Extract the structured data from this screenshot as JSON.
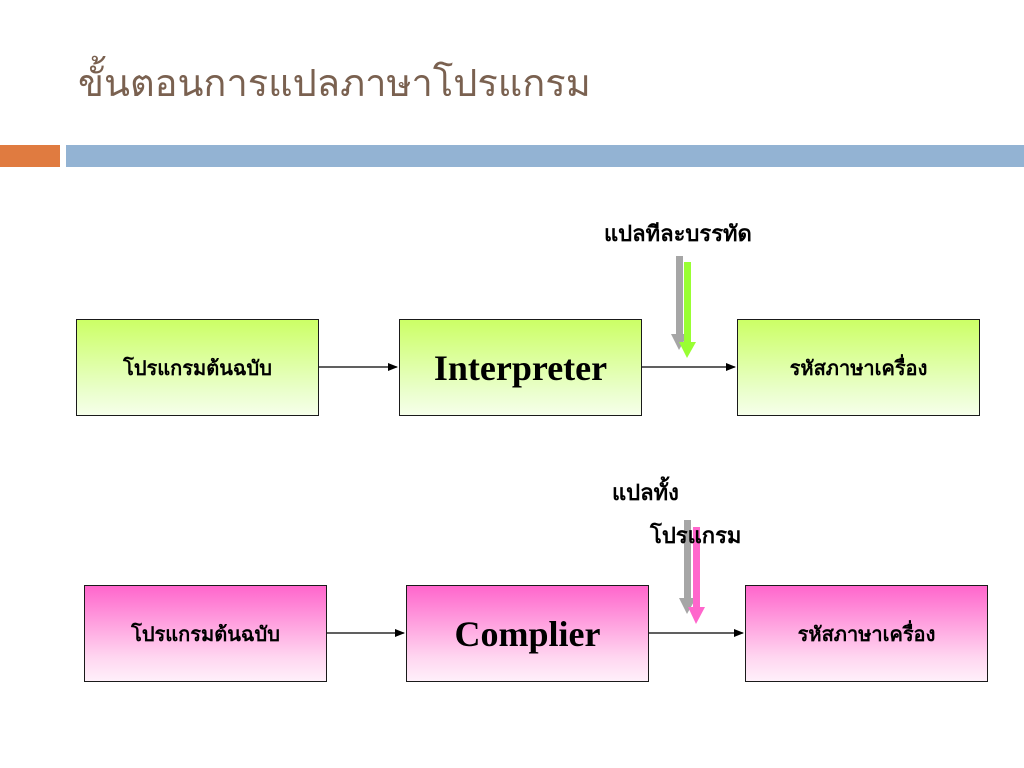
{
  "title": "ขั้นตอนการแปลภาษาโปรแกรม",
  "colors": {
    "title": "#7a6150",
    "accent_orange": "#e07b40",
    "accent_blue": "#93b3d3",
    "green_top": "#ccff66",
    "pink_top": "#ff66cc",
    "green_arrow": "#99ff33",
    "pink_arrow": "#ff66cc",
    "shadow_arrow": "#a6a6a6"
  },
  "interpreter_flow": {
    "source_label": "โปรแกรมต้นฉบับ",
    "translator_label": "Interpreter",
    "target_label": "รหัสภาษาเครื่อง",
    "note": "แปลทีละบรรทัด"
  },
  "compiler_flow": {
    "source_label": "โปรแกรมต้นฉบับ",
    "translator_label": "Complier",
    "target_label": "รหัสภาษาเครื่อง",
    "note_line1": "แปลทั้ง",
    "note_line2": "โปรแกรม"
  }
}
